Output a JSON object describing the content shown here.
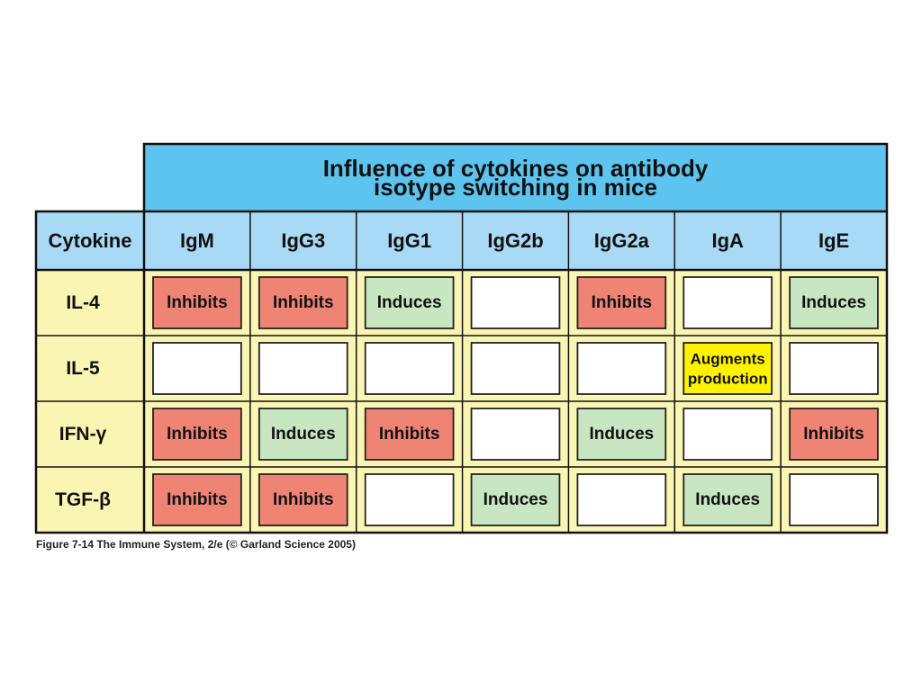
{
  "chart_data": {
    "type": "table",
    "title_lines": [
      "Influence of cytokines on antibody",
      "isotype switching in mice"
    ],
    "row_header": "Cytokine",
    "columns": [
      "IgM",
      "IgG3",
      "IgG1",
      "IgG2b",
      "IgG2a",
      "IgA",
      "IgE"
    ],
    "rows": [
      {
        "name": "IL-4",
        "cells": [
          "Inhibits",
          "Inhibits",
          "Induces",
          "",
          "Inhibits",
          "",
          "Induces"
        ]
      },
      {
        "name": "IL-5",
        "cells": [
          "",
          "",
          "",
          "",
          "",
          "Augments production",
          ""
        ]
      },
      {
        "name": "IFN-γ",
        "cells": [
          "Inhibits",
          "Induces",
          "Inhibits",
          "",
          "Induces",
          "",
          "Inhibits"
        ]
      },
      {
        "name": "TGF-β",
        "cells": [
          "Inhibits",
          "Inhibits",
          "",
          "Induces",
          "",
          "Induces",
          ""
        ]
      }
    ],
    "cell_colors": {
      "Inhibits": "#ef8474",
      "Induces": "#c8e6c2",
      "Augments production": "#fff200",
      "": "#ffffff"
    },
    "colors": {
      "title_background": "#5cc4ef",
      "header_background": "#a9daf5",
      "row_background": "#fbf5b3"
    }
  },
  "caption": "Figure 7-14  The Immune System, 2/e (© Garland Science 2005)"
}
